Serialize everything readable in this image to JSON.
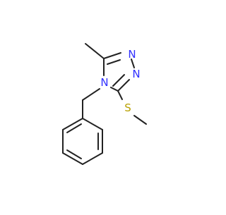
{
  "molecule": {
    "atoms": {
      "n1": {
        "symbol": "N",
        "color": "#3030ff"
      },
      "n2": {
        "symbol": "N",
        "color": "#3030ff"
      },
      "n4": {
        "symbol": "N",
        "color": "#3030ff"
      },
      "s": {
        "symbol": "S",
        "color": "#b8a000"
      }
    },
    "bond_color": "#222222"
  }
}
